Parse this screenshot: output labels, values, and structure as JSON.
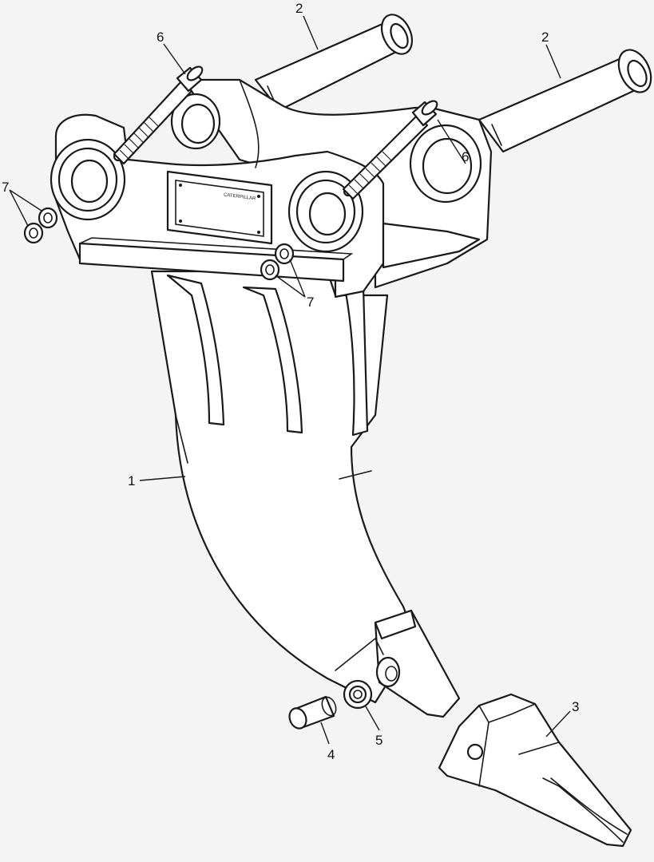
{
  "diagram": {
    "callouts": {
      "shank": "1",
      "pin_left": "2",
      "pin_right": "2",
      "tooth": "3",
      "tooth_pin": "4",
      "retainer": "5",
      "bolt_left": "6",
      "bolt_right": "6",
      "nuts_left": "7",
      "nuts_right": "7"
    },
    "nameplate_text": "CATERPILLAR"
  }
}
